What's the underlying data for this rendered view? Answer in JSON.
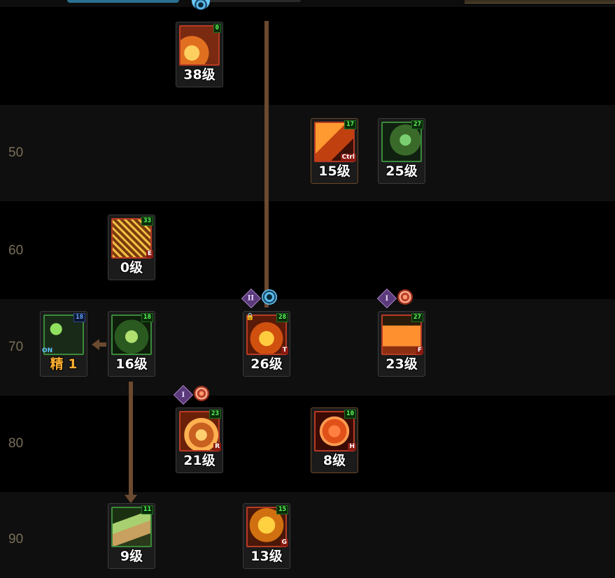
{
  "level_rows": [
    {
      "label": ""
    },
    {
      "label": "50"
    },
    {
      "label": "60"
    },
    {
      "label": "70"
    },
    {
      "label": "80"
    },
    {
      "label": "90"
    }
  ],
  "skills": [
    {
      "id": "s38",
      "level_text": "38级",
      "badge": "0",
      "hotkey": "",
      "icon": "flame-wave-icon"
    },
    {
      "id": "s15",
      "level_text": "15级",
      "badge": "17",
      "hotkey": "Ctrl",
      "icon": "cat-pumpkin-icon"
    },
    {
      "id": "s25",
      "level_text": "25级",
      "badge": "27",
      "hotkey": "",
      "icon": "candy-icon"
    },
    {
      "id": "s0",
      "level_text": "0级",
      "badge": "33",
      "hotkey": "E",
      "icon": "net-icon"
    },
    {
      "id": "s_summon",
      "level_text": "精  1",
      "badge": "18",
      "hotkey": "",
      "on_tag": "ON",
      "icon": "summon-icon"
    },
    {
      "id": "s16",
      "level_text": "16级",
      "badge": "18",
      "hotkey": "",
      "icon": "bug-icon"
    },
    {
      "id": "s26",
      "level_text": "26级",
      "badge": "28",
      "hotkey": "T",
      "icon": "fire-cat-icon"
    },
    {
      "id": "s23",
      "level_text": "23级",
      "badge": "27",
      "hotkey": "F",
      "icon": "pumpkin-box-icon"
    },
    {
      "id": "s21",
      "level_text": "21级",
      "badge": "23",
      "hotkey": "R",
      "icon": "snail-icon"
    },
    {
      "id": "s8",
      "level_text": "8级",
      "badge": "10",
      "hotkey": "H",
      "icon": "star-burst-icon"
    },
    {
      "id": "s9",
      "level_text": "9级",
      "badge": "11",
      "hotkey": "",
      "icon": "hex-icon"
    },
    {
      "id": "s13",
      "level_text": "13级",
      "badge": "15",
      "hotkey": "G",
      "icon": "jack-o-lantern-icon"
    }
  ],
  "runes": {
    "rank_two": "II",
    "rank_one": "I"
  }
}
